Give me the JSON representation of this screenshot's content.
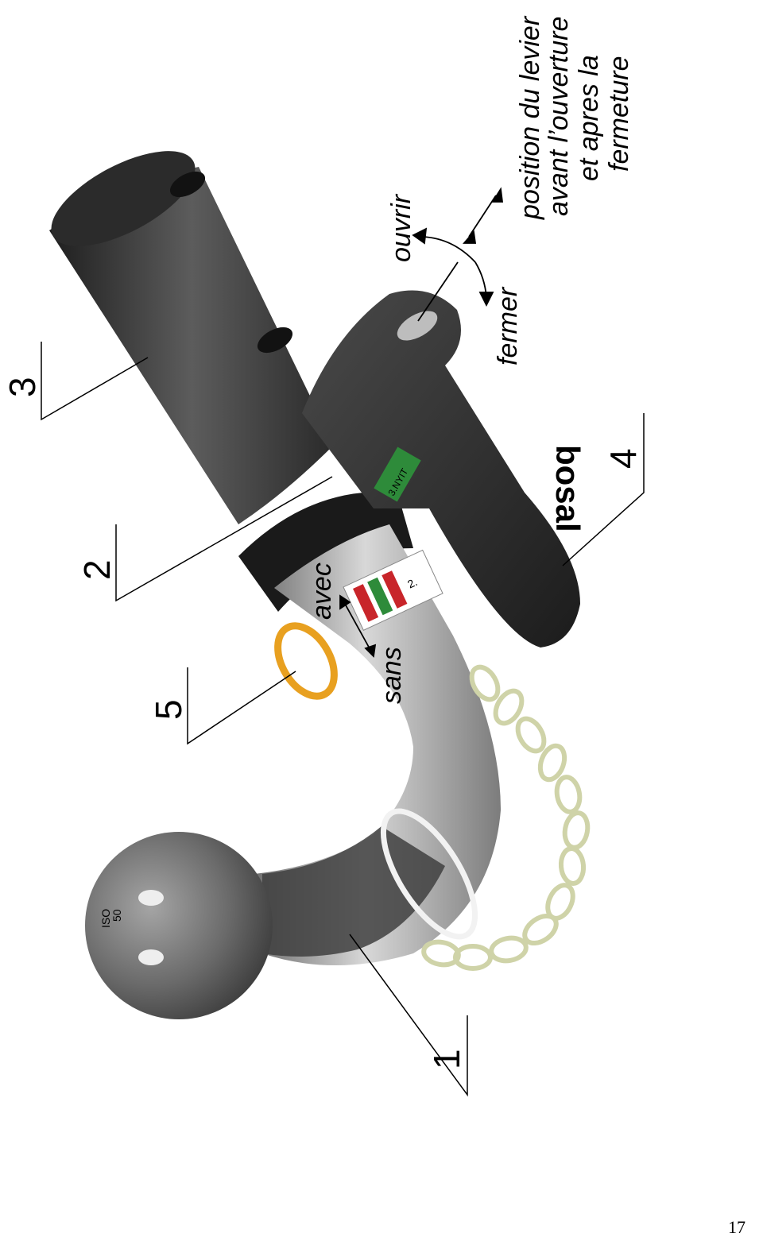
{
  "labels": {
    "part_1": "1",
    "part_2": "2",
    "part_3": "3",
    "part_4": "4",
    "part_5": "5"
  },
  "annotations": {
    "ouvrir": "ouvrir",
    "fermer": "fermer",
    "avec": "avec",
    "sans": "sans",
    "position_line_1": "position du levier",
    "position_line_2": "avant l’ouverture",
    "position_line_3": "et apres la",
    "position_line_4": "fermeture"
  },
  "markings": {
    "ball_stamp_1": "ISO",
    "ball_stamp_2": "50",
    "brand": "bosal",
    "sticker_lever": "3.NYIT",
    "sticker_shaft": "2."
  },
  "page_number": "17",
  "colors": {
    "body_dark": "#3a3a3a",
    "shaft_gray": "#9a9a9a",
    "indicator_red": "#c8252a",
    "indicator_green": "#2e8b3a",
    "ring_yellow": "#e8a020",
    "brand_orange": "#d97a1e"
  }
}
